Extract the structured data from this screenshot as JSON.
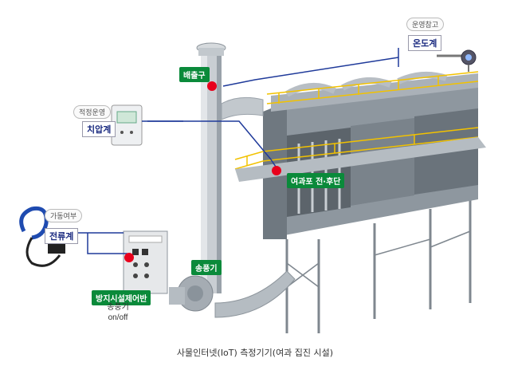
{
  "labels": {
    "exhaust": "배출구",
    "thermometer": "온도계",
    "differential_pressure": "치압계",
    "current_meter": "전류계",
    "filter_bag": "여과포 전·후단",
    "blower": "송풍기",
    "control_panel": "방지시설제어반"
  },
  "tags": {
    "operation_reference": "운영참고",
    "proper_operation": "적정운영",
    "operating_status": "가동여부"
  },
  "notes": {
    "blower_onoff_1": "송풍기",
    "blower_onoff_2": "on/off"
  },
  "caption": "사물인터넷(IoT) 측정기기(여과 집진 시설)",
  "colors": {
    "sensor_marker": "#e8001c",
    "label_green": "#0a8a3a",
    "connector_line": "#1f3a9a",
    "structure_gray": "#9aa2aa",
    "railing_yellow": "#f2c200"
  },
  "icons": {
    "exhaust_sensor": "red-dot-icon",
    "thermometer_device": "temperature-sensor-icon",
    "pressure_device": "pressure-gauge-icon",
    "current_device": "current-clamp-icon"
  }
}
